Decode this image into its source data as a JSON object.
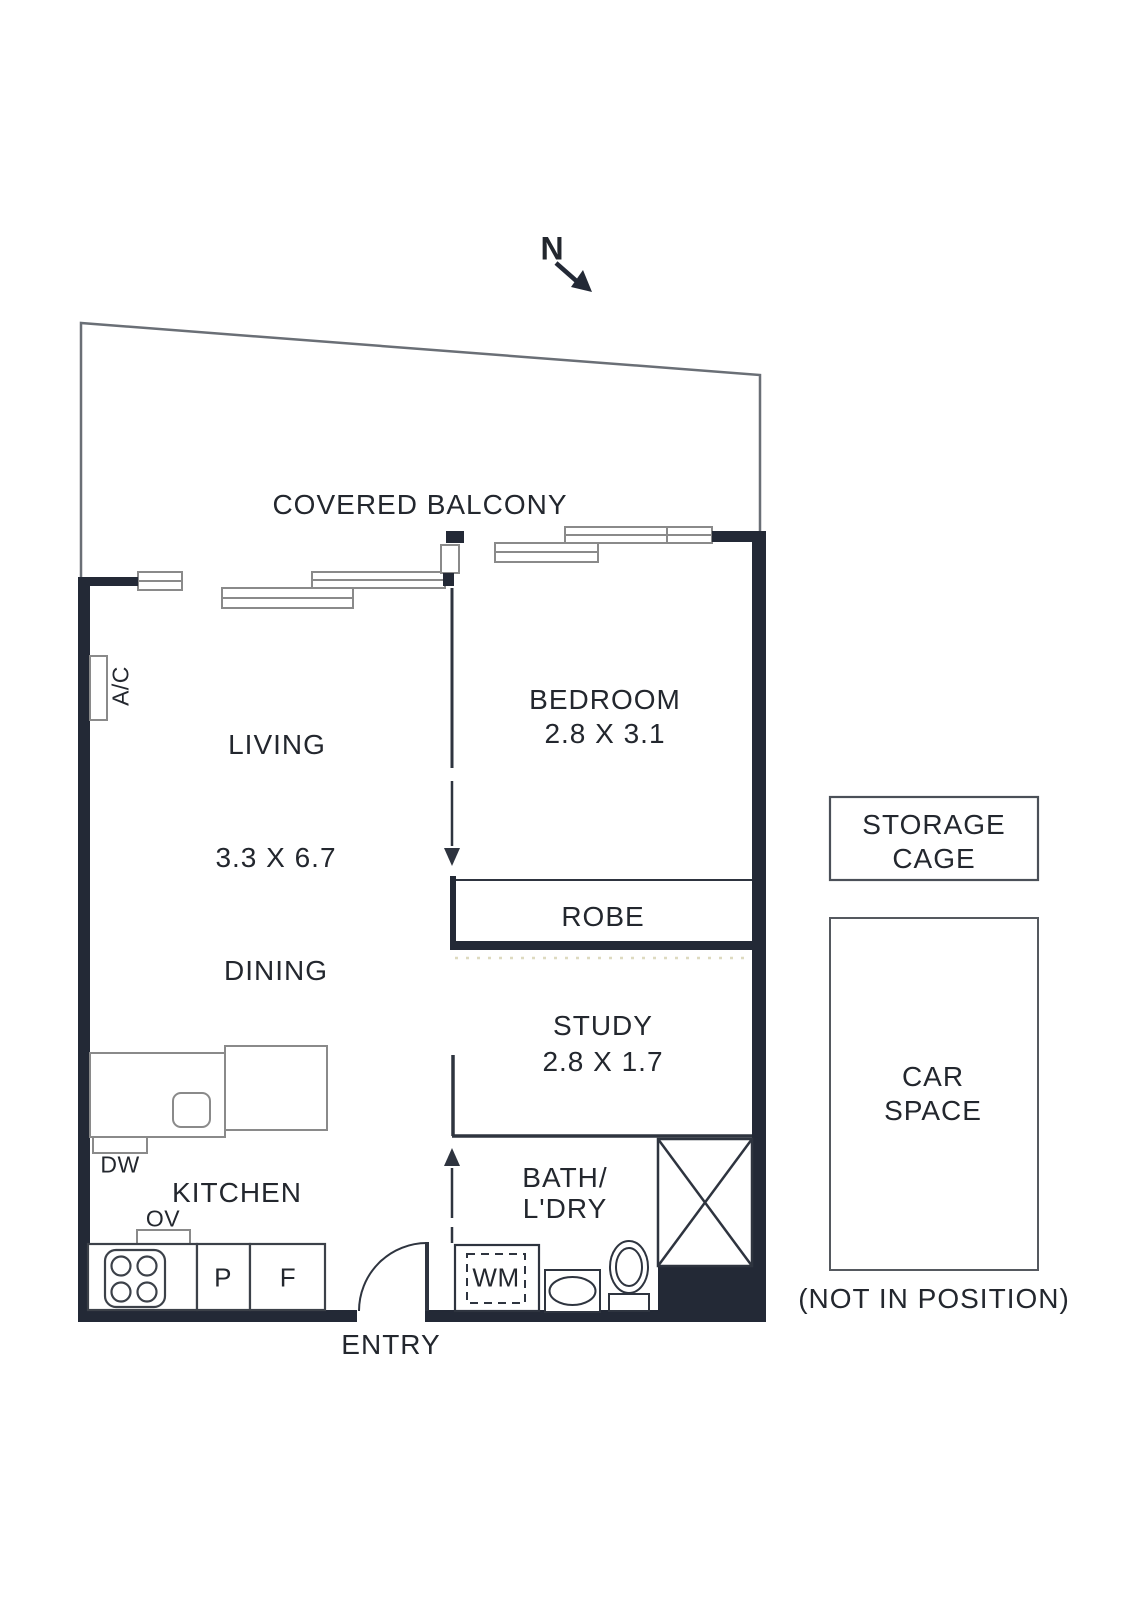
{
  "compass": {
    "label": "N"
  },
  "balcony": {
    "label": "COVERED BALCONY"
  },
  "living": {
    "label": "LIVING",
    "dims": "3.3 X 6.7"
  },
  "dining": {
    "label": "DINING"
  },
  "bedroom": {
    "label": "BEDROOM",
    "dims": "2.8 X 3.1"
  },
  "robe": {
    "label": "ROBE"
  },
  "study": {
    "label": "STUDY",
    "dims": "2.8 X 1.7"
  },
  "bath": {
    "line1": "BATH/",
    "line2": "L'DRY"
  },
  "kitchen": {
    "label": "KITCHEN"
  },
  "entry": {
    "label": "ENTRY"
  },
  "fixtures": {
    "ac": "A/C",
    "dw": "DW",
    "ov": "OV",
    "pantry": "P",
    "fridge": "F",
    "wm": "WM"
  },
  "storage": {
    "line1": "STORAGE",
    "line2": "CAGE"
  },
  "car_space": {
    "line1": "CAR",
    "line2": "SPACE",
    "note": "(NOT IN POSITION)"
  },
  "colors": {
    "wall": "#232936",
    "fixture_line": "#2e343f",
    "light_line": "#8a8a8a",
    "text": "#23272e"
  }
}
